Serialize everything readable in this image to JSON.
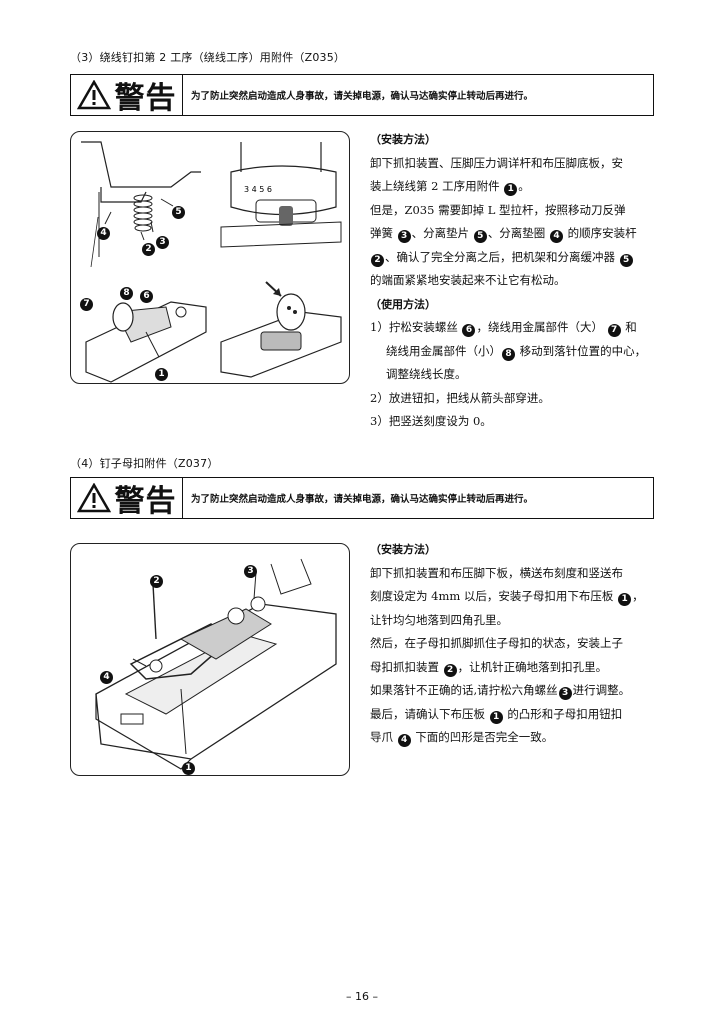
{
  "section3": {
    "title": "（3）绕线钉扣第 2 工序（绕线工序）用附件（Z035）",
    "warning_word": "警告",
    "warning_text": "为了防止突然启动造成人身事故，请关掉电源，确认马达确实停止转动后再进行。",
    "install_heading": "（安装方法）",
    "install_lines": [
      "卸下抓扣装置、压脚压力调详杆和布压脚底板，安",
      "装上绕线第 2 工序用附件",
      "但是，Z035 需要卸掉 L 型拉杆，按照移动刀反弹",
      "弹簧",
      "、分离垫片",
      "、分离垫圈",
      "的顺序安装杆",
      "、确认了完全分离之后，把机架和分离缓冲器",
      "的端面紧紧地安装起来不让它有松动。"
    ],
    "usage_heading": "（使用方法）",
    "usage_1a": "1）拧松安装螺丝",
    "usage_1b": "，绕线用金属部件（大）",
    "usage_1c": "和",
    "usage_1d": "绕线用金属部件（小）",
    "usage_1e": "移动到落针位置的中心，",
    "usage_1f": "调整绕线长度。",
    "usage_2": "2）放进钮扣，把线从箭头部穿进。",
    "usage_3": "3）把竖送刻度设为 0。",
    "dial_label": "3 4 5 6"
  },
  "section4": {
    "title": "（4）钉子母扣附件（Z037）",
    "warning_word": "警告",
    "warning_text": "为了防止突然启动造成人身事故，请关掉电源，确认马达确实停止转动后再进行。",
    "install_heading": "（安装方法）",
    "l1": "卸下抓扣装置和布压脚下板，横送布刻度和竖送布",
    "l2a": "刻度设定为 4mm 以后，安装子母扣用下布压板",
    "l3": "让针均匀地落到四角孔里。",
    "l4": "然后，在子母扣抓脚抓住子母扣的状态，安装上子",
    "l5a": "母扣抓扣装置",
    "l5b": "，让机针正确地落到扣孔里。",
    "l6a": "如果落针不正确的话,请拧松六角螺丝",
    "l6b": "进行调整。",
    "l7a": "最后，请确认下布压板",
    "l7b": "的凸形和子母扣用钮扣",
    "l8a": "导爪",
    "l8b": "下面的凹形是否完全一致。"
  },
  "markers": {
    "m1": "1",
    "m2": "2",
    "m3": "3",
    "m4": "4",
    "m5": "5",
    "m6": "6",
    "m7": "7",
    "m8": "8"
  },
  "page_number": "– 16 –"
}
